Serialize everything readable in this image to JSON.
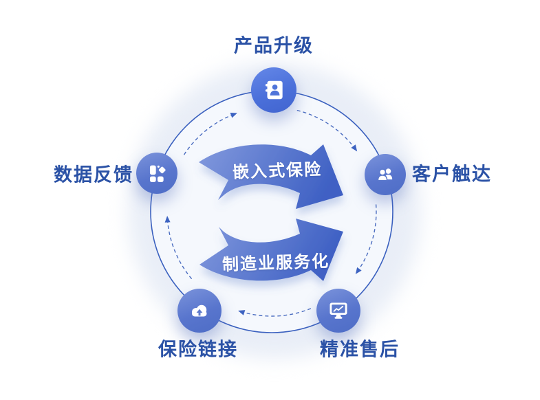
{
  "diagram": {
    "type": "cycle",
    "center_labels": {
      "top_arrow": "嵌入式保险",
      "bottom_arrow": "制造业服务化"
    },
    "nodes": [
      {
        "label": "产品升级",
        "icon": "address-book-icon",
        "position": "top"
      },
      {
        "label": "客户触达",
        "icon": "users-icon",
        "position": "right"
      },
      {
        "label": "精准售后",
        "icon": "monitor-chart-icon",
        "position": "bottom-right"
      },
      {
        "label": "保险链接",
        "icon": "cloud-upload-icon",
        "position": "bottom-left"
      },
      {
        "label": "数据反馈",
        "icon": "grid-components-icon",
        "position": "left"
      }
    ],
    "flow_direction": "clockwise",
    "flow": [
      "数据反馈 → 产品升级",
      "产品升级 → 客户触达",
      "客户触达 → 精准售后",
      "精准售后 → 保险链接",
      "保险链接 → 数据反馈"
    ],
    "colors": {
      "label_text": "#2b52a6",
      "node_fill": "#5b79cc",
      "node_fill_top": "#4a71da",
      "arrow_gradient_start": "#8299dd",
      "arrow_gradient_end": "#3f61c4",
      "arrow_text": "#ffffff",
      "ring_stroke": "#3a60bf",
      "dashed_stroke": "#4a6cc0",
      "background_blob": "#e9eef7"
    }
  }
}
